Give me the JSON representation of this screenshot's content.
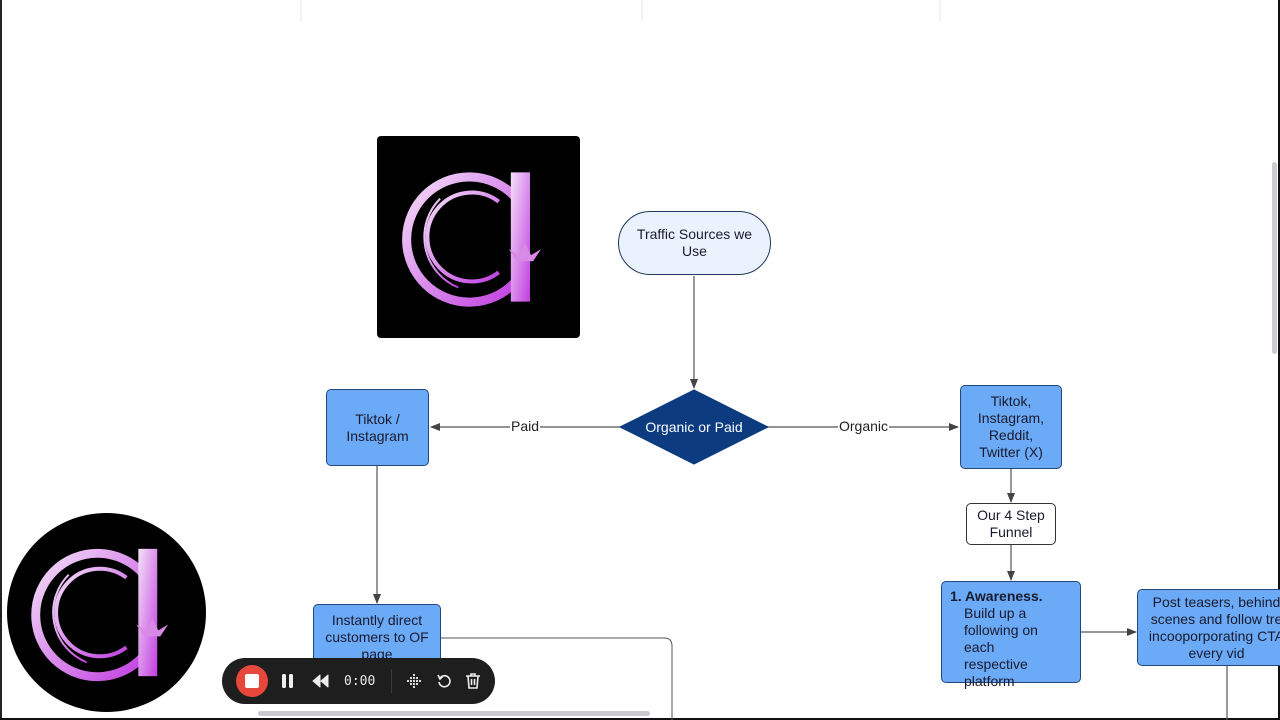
{
  "diagram": {
    "start_node": {
      "label": "Traffic Sources we\nUse"
    },
    "decision_node": {
      "label": "Organic or Paid",
      "color": "#0c3b80"
    },
    "paid_node": {
      "label": "Tiktok /\nInstagram"
    },
    "organic_node": {
      "label": "Tiktok,\nInstagram,\nReddit,\nTwitter (X)"
    },
    "funnel_node": {
      "label": "Our 4 Step\nFunnel"
    },
    "awareness_node": {
      "title": "1. Awareness.",
      "body": "Build up a\nfollowing on each\nrespective\nplatform"
    },
    "teasers_node": {
      "label": "Post teasers, behind\nscenes and follow tre\nincooporporating CTA\nevery vid"
    },
    "direct_node": {
      "label": "Instantly direct\ncustomers to OF\npage"
    },
    "edges": {
      "paid_label": "Paid",
      "organic_label": "Organic"
    },
    "colors": {
      "process_fill": "#6aaaf7",
      "process_border": "#24467a",
      "start_fill": "#eaf3fd",
      "logo_gradient_start": "#f0d4f7",
      "logo_gradient_end": "#c13fe0"
    }
  },
  "logos": {
    "square_logo": "brand-c-crown-logo",
    "webcam_logo": "brand-c-crown-logo"
  },
  "recorder": {
    "time": "0:00",
    "stop_icon": "stop-icon",
    "pause_icon": "pause-icon",
    "rewind_icon": "rewind-icon",
    "grid_icon": "grid-icon",
    "restart_icon": "restart-icon",
    "trash_icon": "trash-icon",
    "accent": "#e8483b"
  }
}
